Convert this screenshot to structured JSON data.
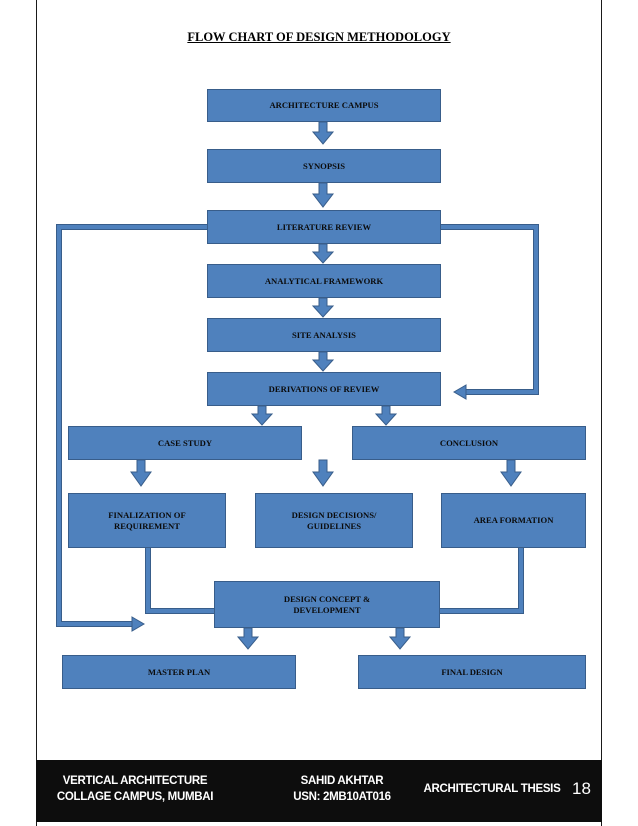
{
  "title": "FLOW CHART OF DESIGN METHODOLOGY",
  "nodes": {
    "architecture_campus": "ARCHITECTURE CAMPUS",
    "synopsis": "SYNOPSIS",
    "literature_review": "LITERATURE REVIEW",
    "analytical_framework": "ANALYTICAL FRAMEWORK",
    "site_analysis": "SITE ANALYSIS",
    "derivations_of_review": "DERIVATIONS OF REVIEW",
    "case_study": "CASE STUDY",
    "conclusion": "CONCLUSION",
    "finalization_of_requirement": "FINALIZATION OF\nREQUIREMENT",
    "design_decisions": "DESIGN DECISIONS/\nGUIDELINES",
    "area_formation": "AREA FORMATION",
    "design_concept": "DESIGN CONCEPT &\nDEVELOPMENT",
    "master_plan": "MASTER PLAN",
    "final_design": "FINAL DESIGN"
  },
  "footer": {
    "left_line1": "VERTICAL ARCHITECTURE",
    "left_line2": "COLLAGE CAMPUS, MUMBAI",
    "center_line1": "SAHID AKHTAR",
    "center_line2": "USN: 2MB10AT016",
    "right": "ARCHITECTURAL THESIS",
    "page_number": "18"
  },
  "colors": {
    "box_fill": "#4f81bd",
    "box_border": "#385d8a",
    "footer_bg": "#0d0d0d"
  }
}
